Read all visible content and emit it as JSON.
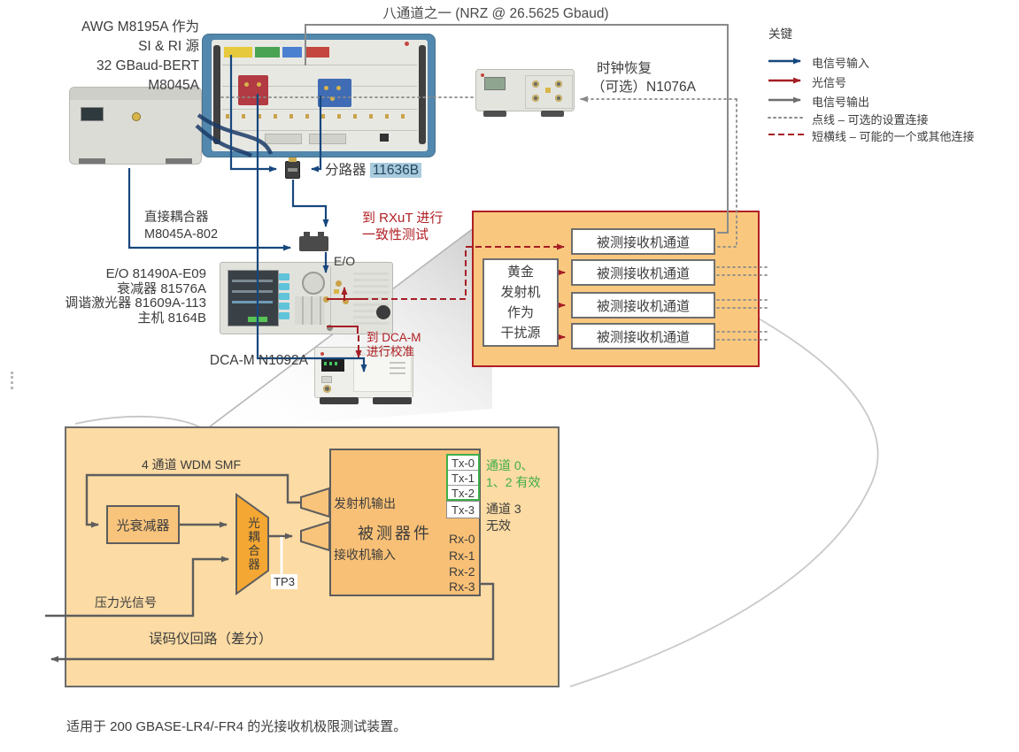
{
  "title_note": "八通道之一 (NRZ @ 26.5625 Gbaud)",
  "awg": {
    "l1": "AWG M8195A 作为",
    "l2": "SI & RI 源",
    "l3": "32 GBaud-BERT",
    "l4": "M8045A"
  },
  "legend": {
    "title": "关键",
    "items": [
      {
        "label": "电信号输入"
      },
      {
        "label": "光信号"
      },
      {
        "label": "电信号输出"
      },
      {
        "label": "点线 – 可选的设置连接"
      },
      {
        "label": "短横线 – 可能的一个或其他连接"
      }
    ]
  },
  "clock_recovery": {
    "l1": "时钟恢复",
    "l2": "（可选）N1076A"
  },
  "splitter": {
    "name": "分路器 ",
    "part": "11636B"
  },
  "direct_coupler": {
    "l1": "直接耦合器",
    "l2": "M8045A-802"
  },
  "eo_stack": {
    "l1": "E/O 81490A-E09",
    "l2": "衰减器 81576A",
    "l3": "调谐激光器 81609A-113",
    "l4": "主机 8164B"
  },
  "eo_port": "E/O",
  "rxut_note": {
    "l1": "到 RXuT 进行",
    "l2": "一致性测试"
  },
  "dcam_note": {
    "l1": "到 DCA-M",
    "l2": "进行校准"
  },
  "dcam_label": "DCA-M N1092A",
  "upper_box": {
    "golden": [
      "黄金",
      "发射机",
      "作为",
      "干扰源"
    ],
    "channels": [
      "被测接收机通道",
      "被测接收机通道",
      "被测接收机通道",
      "被测接收机通道"
    ]
  },
  "lower_panel": {
    "wdm": "4 通道 WDM SMF",
    "attenuator": "光衰减器",
    "coupler": "光耦合器",
    "tp3": "TP3",
    "tx_out": "发射机输出",
    "dut": "被测器件",
    "rx_in": "接收机输入",
    "tx_ports": [
      "Tx-0",
      "Tx-1",
      "Tx-2",
      "Tx-3"
    ],
    "rx_ports": [
      "Rx-0",
      "Rx-1",
      "Rx-2",
      "Rx-3"
    ],
    "active_note": {
      "l1": "通道 0、",
      "l2": "1、2 有效"
    },
    "inactive_note": {
      "l1": "通道 3",
      "l2": "无效"
    },
    "stress": "压力光信号",
    "loop": "误码仪回路（差分）"
  },
  "caption": "适用于 200 GBASE-LR4/-FR4 的光接收机极限测试装置。",
  "colors": {
    "electrical": "#17477E",
    "optical": "#A51E25",
    "output": "#8A8A8A",
    "panel_fill": "#FCDBA4",
    "upper_fill": "#F9C87E",
    "upper_border": "#B01F24",
    "green": "#3FAE49",
    "highlight": "#A9CBDD"
  }
}
